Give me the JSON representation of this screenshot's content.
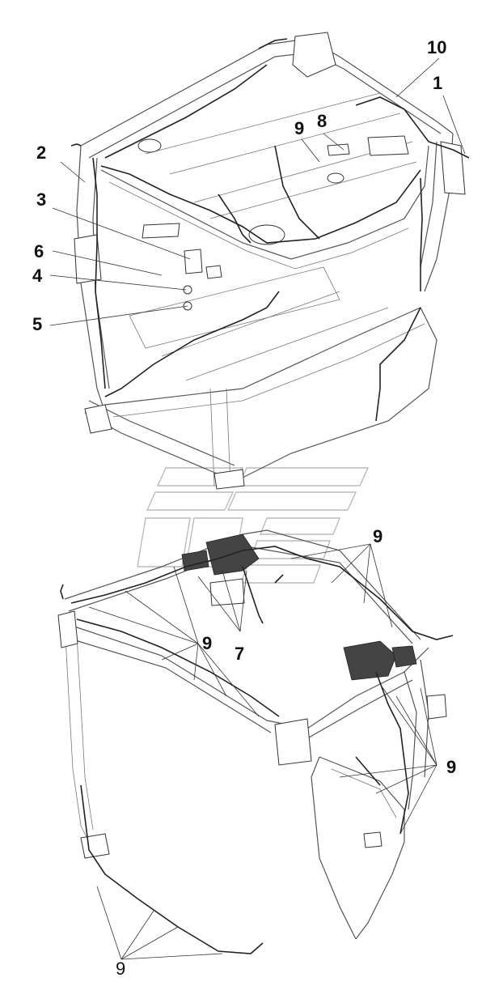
{
  "callouts": {
    "c10": "10",
    "c1": "1",
    "c9_top": "9",
    "c8": "8",
    "c2": "2",
    "c3": "3",
    "c6": "6",
    "c4": "4",
    "c5": "5",
    "c9_mid_right": "9",
    "c9_mid_left": "9",
    "c7": "7",
    "c9_lower_right": "9",
    "c9_bottom": "9"
  }
}
